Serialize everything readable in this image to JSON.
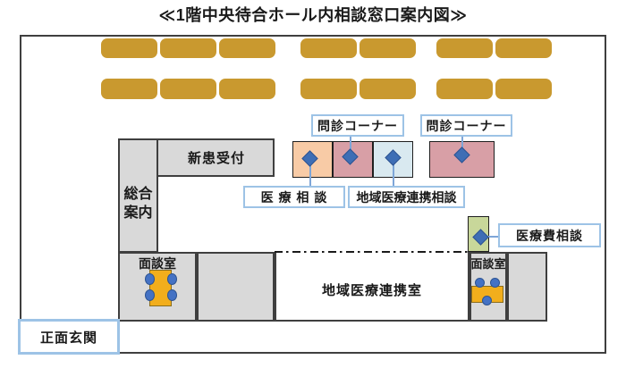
{
  "title": "≪1階中央待合ホール内相談窓口案内図≫",
  "map": {
    "reception": {
      "new_patient_desk": "新患受付",
      "general_info_line1": "総合",
      "general_info_line2": "案内"
    },
    "callouts": {
      "monshin_corner_1": "問診コーナー",
      "monshin_corner_2": "問診コーナー",
      "medical_consult": "医 療 相 談",
      "regional_medical_consult": "地域医療連携相談",
      "medical_fee_consult": "医療費相談",
      "main_entrance": "正面玄関"
    },
    "rooms": {
      "meeting_room_left": "面談室",
      "meeting_room_right": "面談室",
      "regional_medical_room": "地域医療連携室"
    },
    "colors": {
      "bench_gold": "#C9992F",
      "room_gray": "#D9D9D9",
      "outline_dark": "#3f3f3f",
      "booth_peach": "#F8CBA6",
      "booth_pink": "#D89FA6",
      "booth_light_blue": "#D9E9F0",
      "booth_green": "#C8D79A",
      "marker_blue": "#3E6EB5",
      "callout_border_blue": "#9DC3E6",
      "table_yellow": "#F2AE1C",
      "chair_blue": "#4472C4"
    },
    "bench_rows": 2,
    "benches_per_row": 7
  }
}
